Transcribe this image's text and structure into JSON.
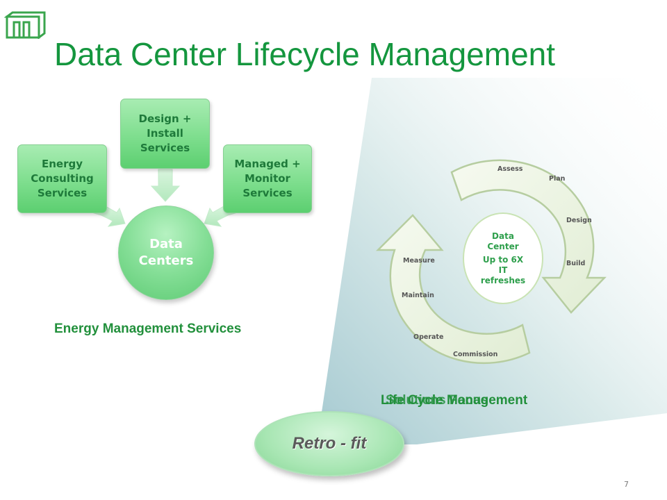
{
  "title": "Data Center Lifecycle Management",
  "left_diagram": {
    "center": "Data\nCenters",
    "boxes": [
      {
        "label": "Energy\nConsulting\nServices"
      },
      {
        "label": "Design +\nInstall\nServices"
      },
      {
        "label": "Managed +\nMonitor\nServices"
      }
    ],
    "caption": "Energy Management Services"
  },
  "right_diagram": {
    "stages": [
      "Assess",
      "Plan",
      "Design",
      "Build",
      "Commission",
      "Operate",
      "Maintain",
      "Measure"
    ],
    "center_title": "Data\nCenter",
    "center_sub": "Up to 6X\nIT\nrefreshes",
    "caption_a": "Life Cycle Management",
    "caption_b": "Solutions Focus"
  },
  "retro_fit": "Retro - fit",
  "page_number": "7",
  "colors": {
    "title_green": "#14963e",
    "box_green": "#7ede8e",
    "caption_green": "#22903c"
  }
}
